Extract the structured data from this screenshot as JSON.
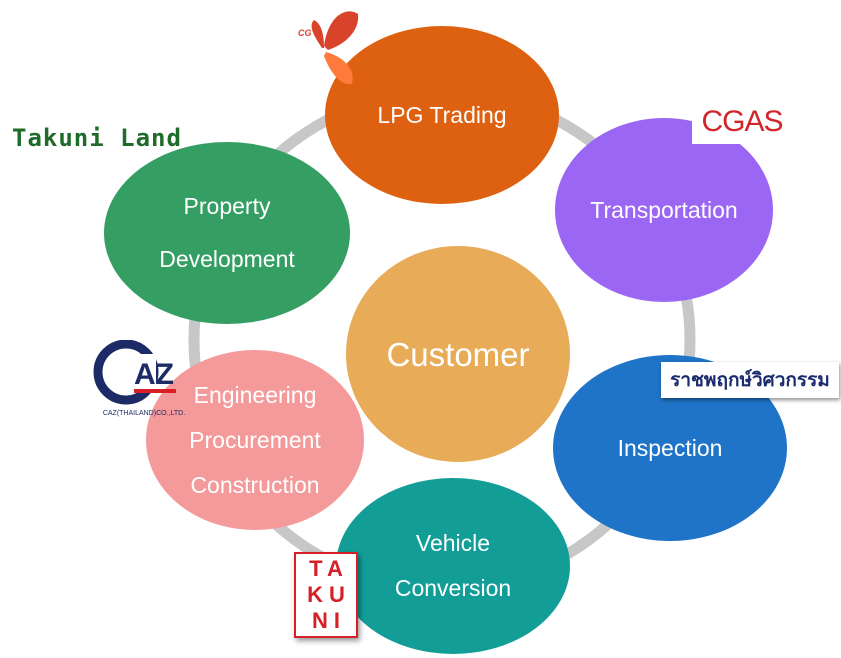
{
  "center": {
    "label": "Customer",
    "color": "#e8ab58"
  },
  "nodes": {
    "lpg": {
      "lines": [
        "LPG Trading"
      ],
      "color": "#dd6110"
    },
    "transportation": {
      "lines": [
        "Transportation"
      ],
      "color": "#9c66f4"
    },
    "inspection": {
      "lines": [
        "Inspection"
      ],
      "color": "#1f74c8"
    },
    "vehicle": {
      "lines": [
        "Vehicle",
        "Conversion"
      ],
      "color": "#129e96"
    },
    "epc": {
      "lines": [
        "Engineering",
        "Procurement",
        "Construction"
      ],
      "color": "#f49a9a"
    },
    "property": {
      "lines": [
        "Property",
        "Development"
      ],
      "color": "#349e63"
    }
  },
  "logos": {
    "takuni_land": {
      "text": "Takuni Land",
      "color": "#1f6b2a"
    },
    "cgas": {
      "text": "CGAS",
      "color": "#d0262b"
    },
    "thai": {
      "text": "ราชพฤกษ์วิศวกรรม",
      "color": "#1b2b6e"
    },
    "caz": {
      "text": "CAZ",
      "subtext": "CAZ(THAILAND)CO.,LTD.",
      "color": "#1c2a66",
      "accent": "#d71f26"
    },
    "takuni": {
      "rows": [
        "TA",
        "KU",
        "NI"
      ],
      "color": "#d61f26"
    },
    "cg": {
      "text": "CG",
      "color": "#d8432a",
      "accent": "#ff7a3d"
    }
  },
  "ring_color": "#c7c7c7"
}
